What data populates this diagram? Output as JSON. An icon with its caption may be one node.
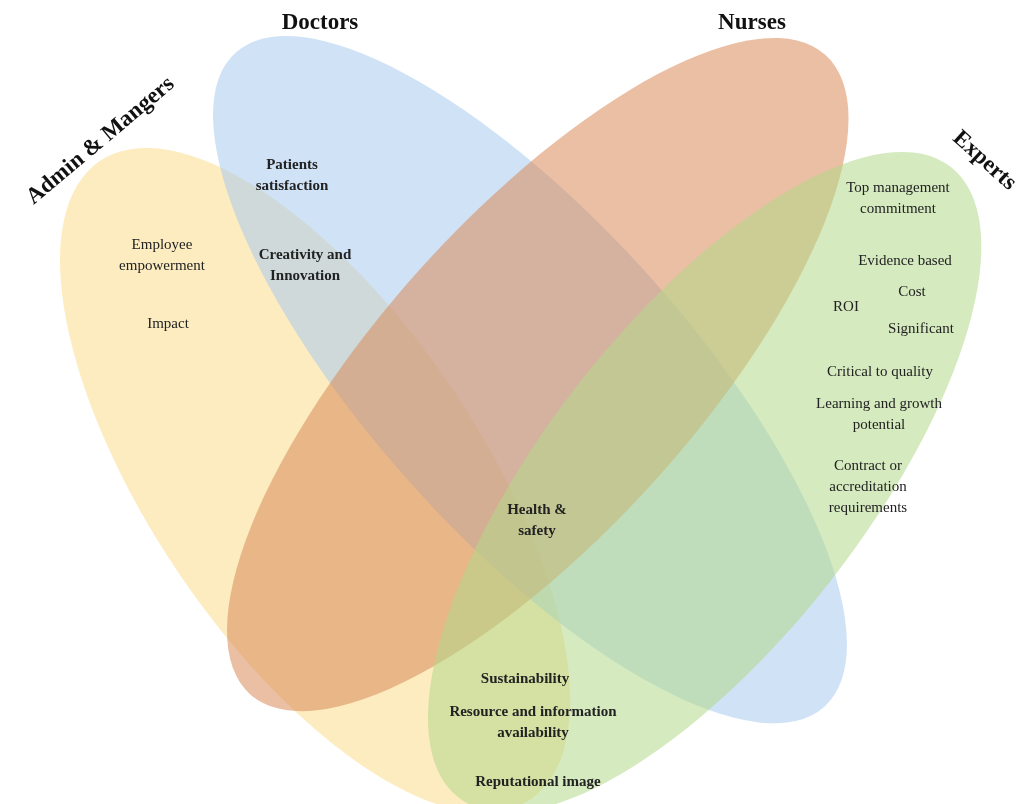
{
  "diagram": {
    "nodes": [
      {
        "text": [
          "Admin & Mangers"
        ]
      },
      {
        "text": [
          "Doctors"
        ]
      },
      {
        "text": [
          "Nurses"
        ]
      },
      {
        "text": [
          "Experts"
        ]
      }
    ],
    "labels": [
      "Patients satisfaction",
      "Creativity and Innovation",
      "Employee empowerment",
      "Impact",
      "Top management commitment",
      "Evidence based",
      "Cost",
      "ROI",
      "Significant",
      "Critical to quality",
      "Learning and growth potential",
      "Contract or accreditation requirements",
      "Health & safety",
      "Sustainability",
      "Resource and information availability",
      "Reputational image"
    ]
  }
}
